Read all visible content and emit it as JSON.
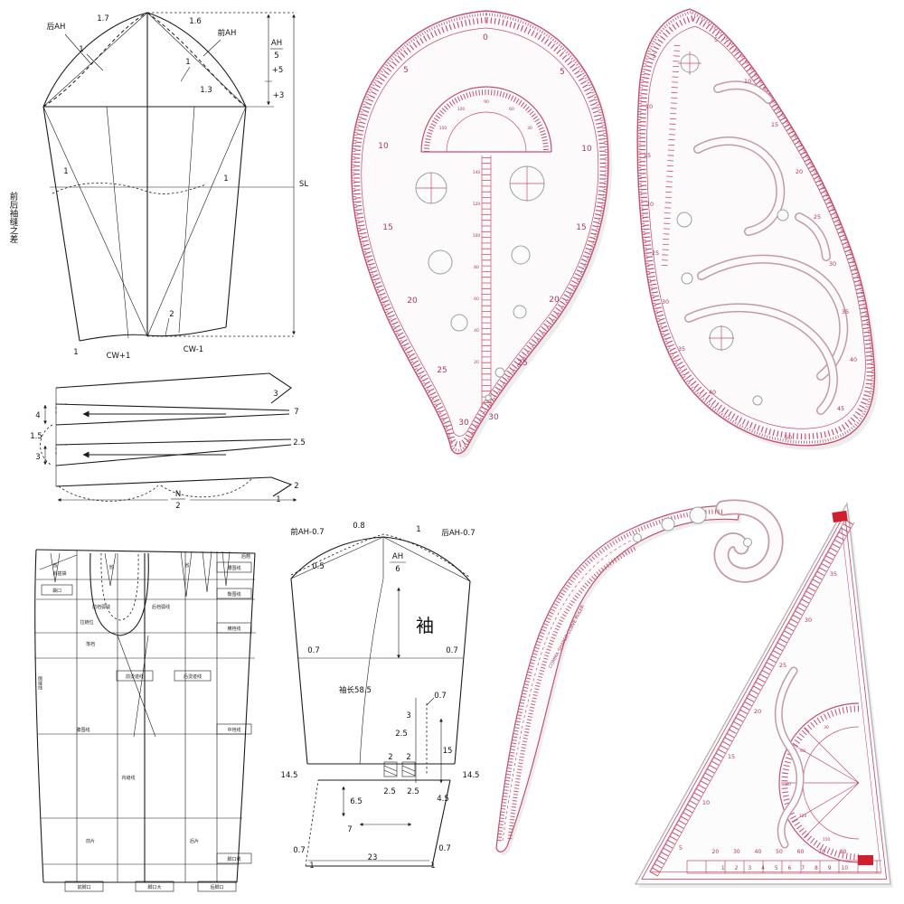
{
  "colors": {
    "line": "#1b1b1b",
    "pink": "#c2516f",
    "pink_dark": "#ab3a5c",
    "red": "#d01f2f",
    "slot": "#c49aa8"
  },
  "sleeve_top": {
    "back_ah": "后AH",
    "n17": "1.7",
    "n1l": "1",
    "n16": "1.6",
    "front_ah": "前AH",
    "n1r": "1",
    "n13": "1.3",
    "dim_cap_num": "AH",
    "dim_cap_den": "5",
    "dim_cap_plus": "+5",
    "dim_plus3": "+3",
    "sl": "SL",
    "n1_elbow_l": "1",
    "n1_elbow_r": "1",
    "n2": "2",
    "n1_hem": "1",
    "cw_plus": "CW+1",
    "cw_minus": "CW-1",
    "side_note": "前后袖缝之差"
  },
  "cuff": {
    "n4": "4",
    "n15": "1.5",
    "n3l": "3",
    "n3r": "3",
    "n7": "7",
    "n25": "2.5",
    "n2": "2",
    "n1": "1",
    "frac_num": "N",
    "frac_den": "2"
  },
  "trousers": {
    "labels": [
      "袋口",
      "前裆弧线",
      "后裆弧线",
      "侧缝线",
      "腰围线",
      "臀围线",
      "横裆线",
      "中裆线",
      "脚口线",
      "前烫迹线",
      "后烫迹线",
      "内缝线",
      "省",
      "省",
      "省",
      "后翘",
      "落裆",
      "前片",
      "后片",
      "膝围线",
      "拉链位",
      "斜插袋",
      "前脚口",
      "脚口大",
      "后脚口"
    ]
  },
  "sleeve_bottom": {
    "front_ah": "前AH-0.7",
    "n08": "0.8",
    "n1": "1",
    "back_ah": "后AH-0.7",
    "n05": "0.5",
    "ah_num": "AH",
    "ah_den": "6",
    "sleeve": "袖",
    "n07_l": "0.7",
    "n07_r": "0.7",
    "len": "袖长58.5",
    "n07_c": "0.7",
    "n3": "3",
    "n25_a": "2.5",
    "n15": "15",
    "n2_a": "2",
    "n2_b": "2",
    "n25_b": "2.5",
    "n25_c": "2.5",
    "n45": "4.5",
    "n145_l": "14.5",
    "n145_r": "14.5",
    "n65": "6.5",
    "n7": "7",
    "n23": "23",
    "c07_l": "0.7",
    "c1_l": "1",
    "c07_r": "0.7",
    "c1_r": "1"
  },
  "teardrop_ruler": {
    "zero": "0",
    "left": [
      "5",
      "10",
      "15",
      "20",
      "25",
      "30"
    ],
    "right": [
      "5",
      "10",
      "15",
      "20",
      "25",
      "30"
    ],
    "protractor": [
      "150",
      "120",
      "90",
      "60",
      "30"
    ],
    "scale": [
      "140",
      "120",
      "100",
      "80",
      "60",
      "40",
      "20"
    ]
  },
  "armhole_ruler": {
    "right": [
      "5",
      "10",
      "15",
      "20",
      "25",
      "30",
      "35",
      "40",
      "45",
      "50"
    ],
    "left": [
      "5",
      "10",
      "15",
      "20",
      "25",
      "30",
      "35",
      "40"
    ]
  },
  "comma_ruler": {
    "caption": "COMMA SHAPED CURVE RULER"
  },
  "triangle_ruler": {
    "hyp": [
      "5",
      "10",
      "15",
      "20",
      "25",
      "30",
      "35"
    ],
    "protractor": [
      "30",
      "60",
      "90",
      "120",
      "150"
    ],
    "row1": "1 2 3 4 5 6 7 8 9 10",
    "row2": "20 30 40 50 60 70 80"
  }
}
